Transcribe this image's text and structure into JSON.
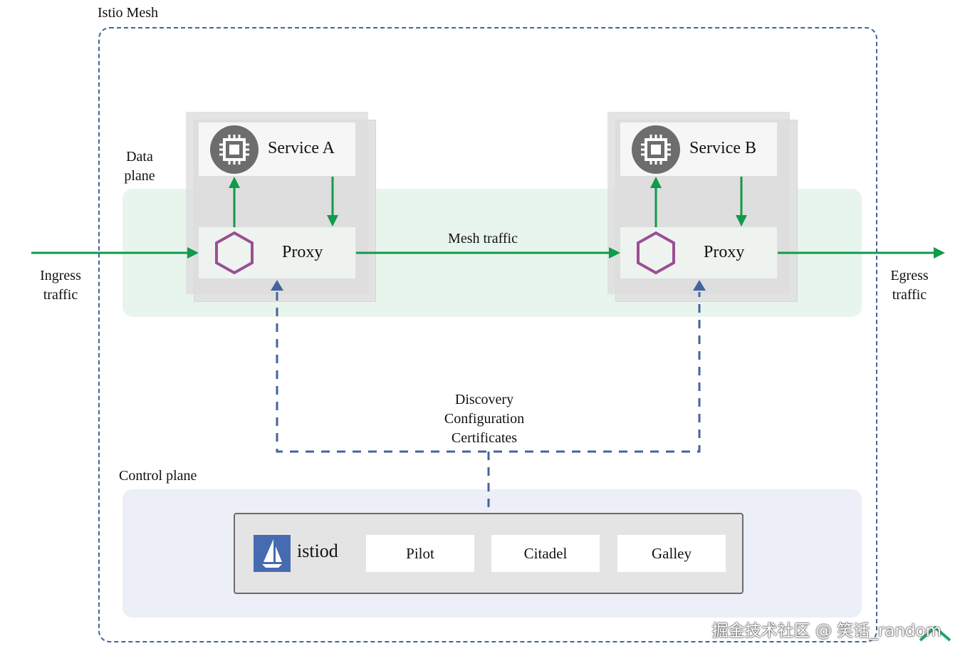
{
  "mesh": {
    "title": "Istio Mesh"
  },
  "data_plane": {
    "label_line1": "Data",
    "label_line2": "plane"
  },
  "service_a": {
    "name": "Service A",
    "proxy_label": "Proxy"
  },
  "service_b": {
    "name": "Service B",
    "proxy_label": "Proxy"
  },
  "traffic": {
    "ingress_line1": "Ingress",
    "ingress_line2": "traffic",
    "mesh": "Mesh traffic",
    "egress_line1": "Egress",
    "egress_line2": "traffic"
  },
  "control_channel": {
    "line1": "Discovery",
    "line2": "Configuration",
    "line3": "Certificates"
  },
  "control_plane": {
    "label": "Control plane",
    "istiod": "istiod",
    "components": [
      "Pilot",
      "Citadel",
      "Galley"
    ]
  },
  "watermark": "掘金技术社区 @ 笑话_random",
  "colors": {
    "traffic_arrow": "#109a4c",
    "control_dashed": "#44649a",
    "proxy_hexagon": "#9a4f94",
    "data_plane_fill": "#e4f3e9",
    "control_plane_fill": "#eceff8",
    "istiod_logo": "#466bb0"
  }
}
